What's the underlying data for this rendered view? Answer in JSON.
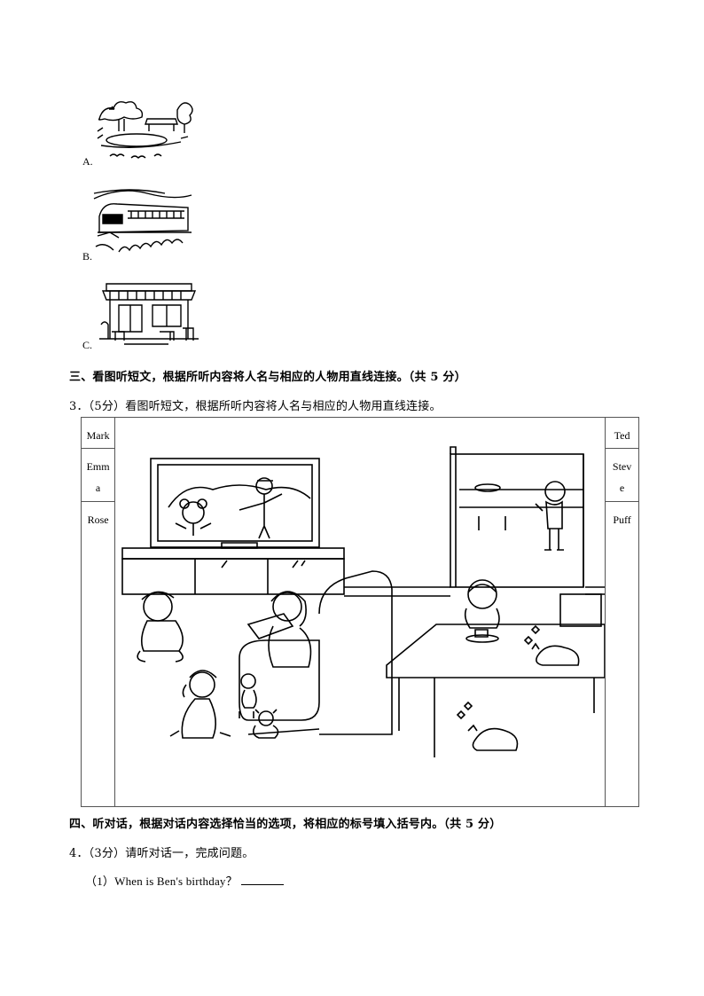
{
  "options": [
    {
      "label": "A.",
      "icon": "park-scene-icon"
    },
    {
      "label": "B.",
      "icon": "train-icon"
    },
    {
      "label": "C.",
      "icon": "shop-icon"
    }
  ],
  "section3": {
    "heading": "三、看图听短文，根据所听内容将人名与相应的人物用直线连接。（共 5 分）",
    "question": "3．（5分）看图听短文，根据所听内容将人名与相应的人物用直线连接。",
    "left_names": [
      "Mark",
      "Emm\na",
      "Rose"
    ],
    "right_names": [
      "Ted",
      "Stev\ne",
      "Puff"
    ]
  },
  "section4": {
    "heading": "四、听对话，根据对话内容选择恰当的选项，将相应的标号填入括号内。（共 5 分）",
    "question": "4．（3分）请听对话一，完成问题。",
    "sub_question": "（1）When is Ben's birthday？"
  }
}
